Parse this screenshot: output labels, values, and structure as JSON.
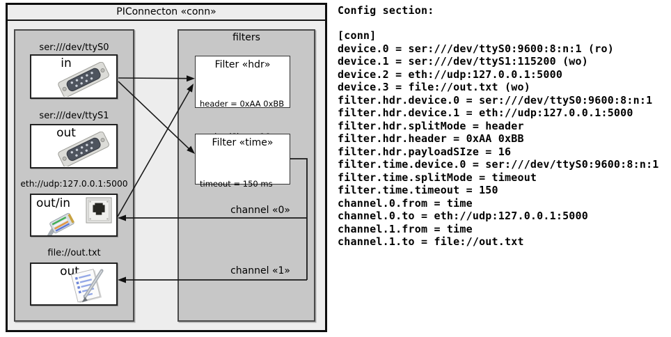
{
  "diagram": {
    "title": "PIConnecton «conn»",
    "filters_panel_title": "filters",
    "devices": [
      {
        "label": "ser:///dev/ttyS0",
        "port": "in",
        "icon": "serial-db9-icon"
      },
      {
        "label": "ser:///dev/ttyS1",
        "port": "out",
        "icon": "serial-db9-icon"
      },
      {
        "label": "eth://udp:127.0.0.1:5000",
        "port": "out/in",
        "icon": "ethernet-rj45-icon"
      },
      {
        "label": "file://out.txt",
        "port": "out",
        "icon": "notepad-file-icon"
      }
    ],
    "filters": [
      {
        "title": "Filter «hdr»",
        "attributes": [
          "header = 0xAA 0xBB",
          "payloadSize = 16"
        ]
      },
      {
        "title": "Filter «time»",
        "attributes": [
          "timeout = 150 ms"
        ]
      }
    ],
    "channels": [
      {
        "label": "channel «0»"
      },
      {
        "label": "channel «1»"
      }
    ],
    "colors": {
      "panel_fill": "#ededed",
      "group_fill": "#c7c7c7",
      "node_fill": "#ffffff",
      "line": "#1a1a1a"
    }
  },
  "config": {
    "title": "Config section:",
    "lines": [
      "[conn]",
      "device.0 = ser:///dev/ttyS0:9600:8:n:1 (ro)",
      "device.1 = ser:///dev/ttyS1:115200 (wo)",
      "device.2 = eth://udp:127.0.0.1:5000",
      "device.3 = file://out.txt (wo)",
      "filter.hdr.device.0 = ser:///dev/ttyS0:9600:8:n:1",
      "filter.hdr.device.1 = eth://udp:127.0.0.1:5000",
      "filter.hdr.splitMode = header",
      "filter.hdr.header = 0xAA 0xBB",
      "filter.hdr.payloadSIze = 16",
      "filter.time.device.0 = ser:///dev/ttyS0:9600:8:n:1",
      "filter.time.splitMode = timeout",
      "filter.time.timeout = 150",
      "channel.0.from = time",
      "channel.0.to = eth://udp:127.0.0.1:5000",
      "channel.1.from = time",
      "channel.1.to = file://out.txt"
    ]
  }
}
